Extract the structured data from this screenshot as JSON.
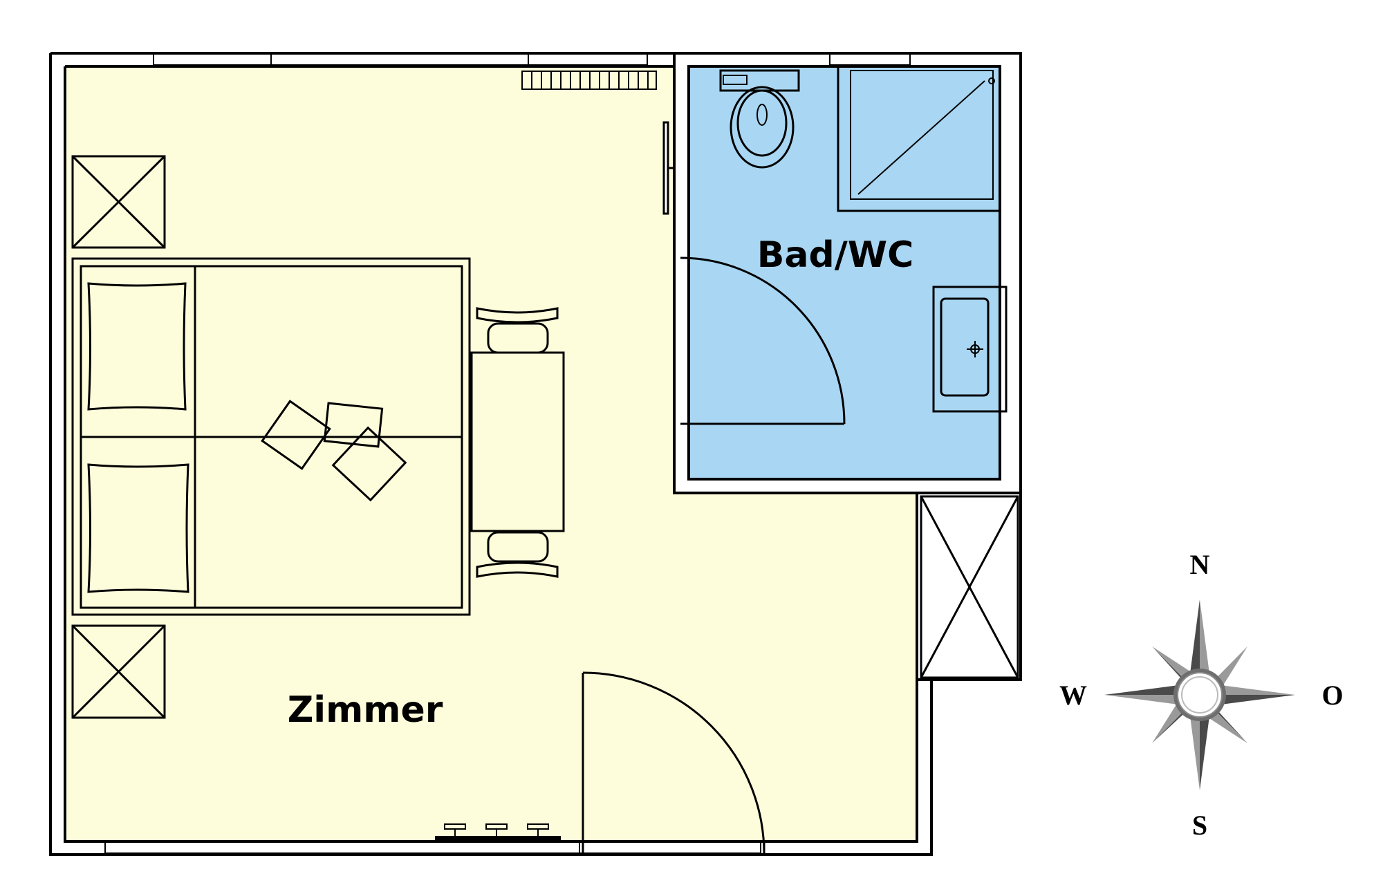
{
  "rooms": {
    "zimmer": {
      "label": "Zimmer",
      "color": "#FEFDDB"
    },
    "bad": {
      "label": "Bad/WC",
      "color": "#A9D6F2"
    }
  },
  "compass": {
    "north": "N",
    "east": "O",
    "south": "S",
    "west": "W"
  },
  "colors": {
    "wall": "#000000",
    "furniture": "#FFFFFF",
    "compass_dark": "#4A4A4A",
    "compass_light": "#9A9A9A"
  }
}
